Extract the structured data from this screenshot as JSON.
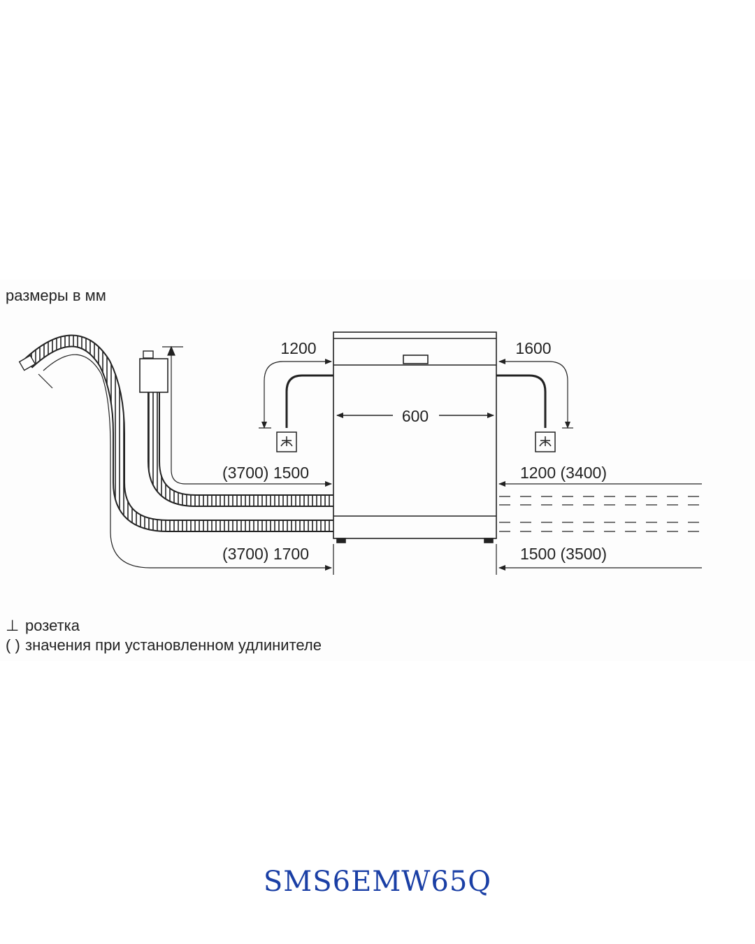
{
  "units_label": "размеры в мм",
  "dimensions": {
    "width": "600",
    "left_top": "1200",
    "right_top": "1600",
    "left_mid": "(3700) 1500",
    "right_mid": "1200 (3400)",
    "left_bottom": "(3700) 1700",
    "right_bottom": "1500 (3500)"
  },
  "legend": {
    "socket_symbol": "⊥",
    "socket": "розетка",
    "extension_symbol": "( )",
    "extension": "значения при установленном удлинителе"
  },
  "model": "SMS6EMW65Q",
  "colors": {
    "line": "#222222",
    "accent": "#1a3fa5"
  }
}
